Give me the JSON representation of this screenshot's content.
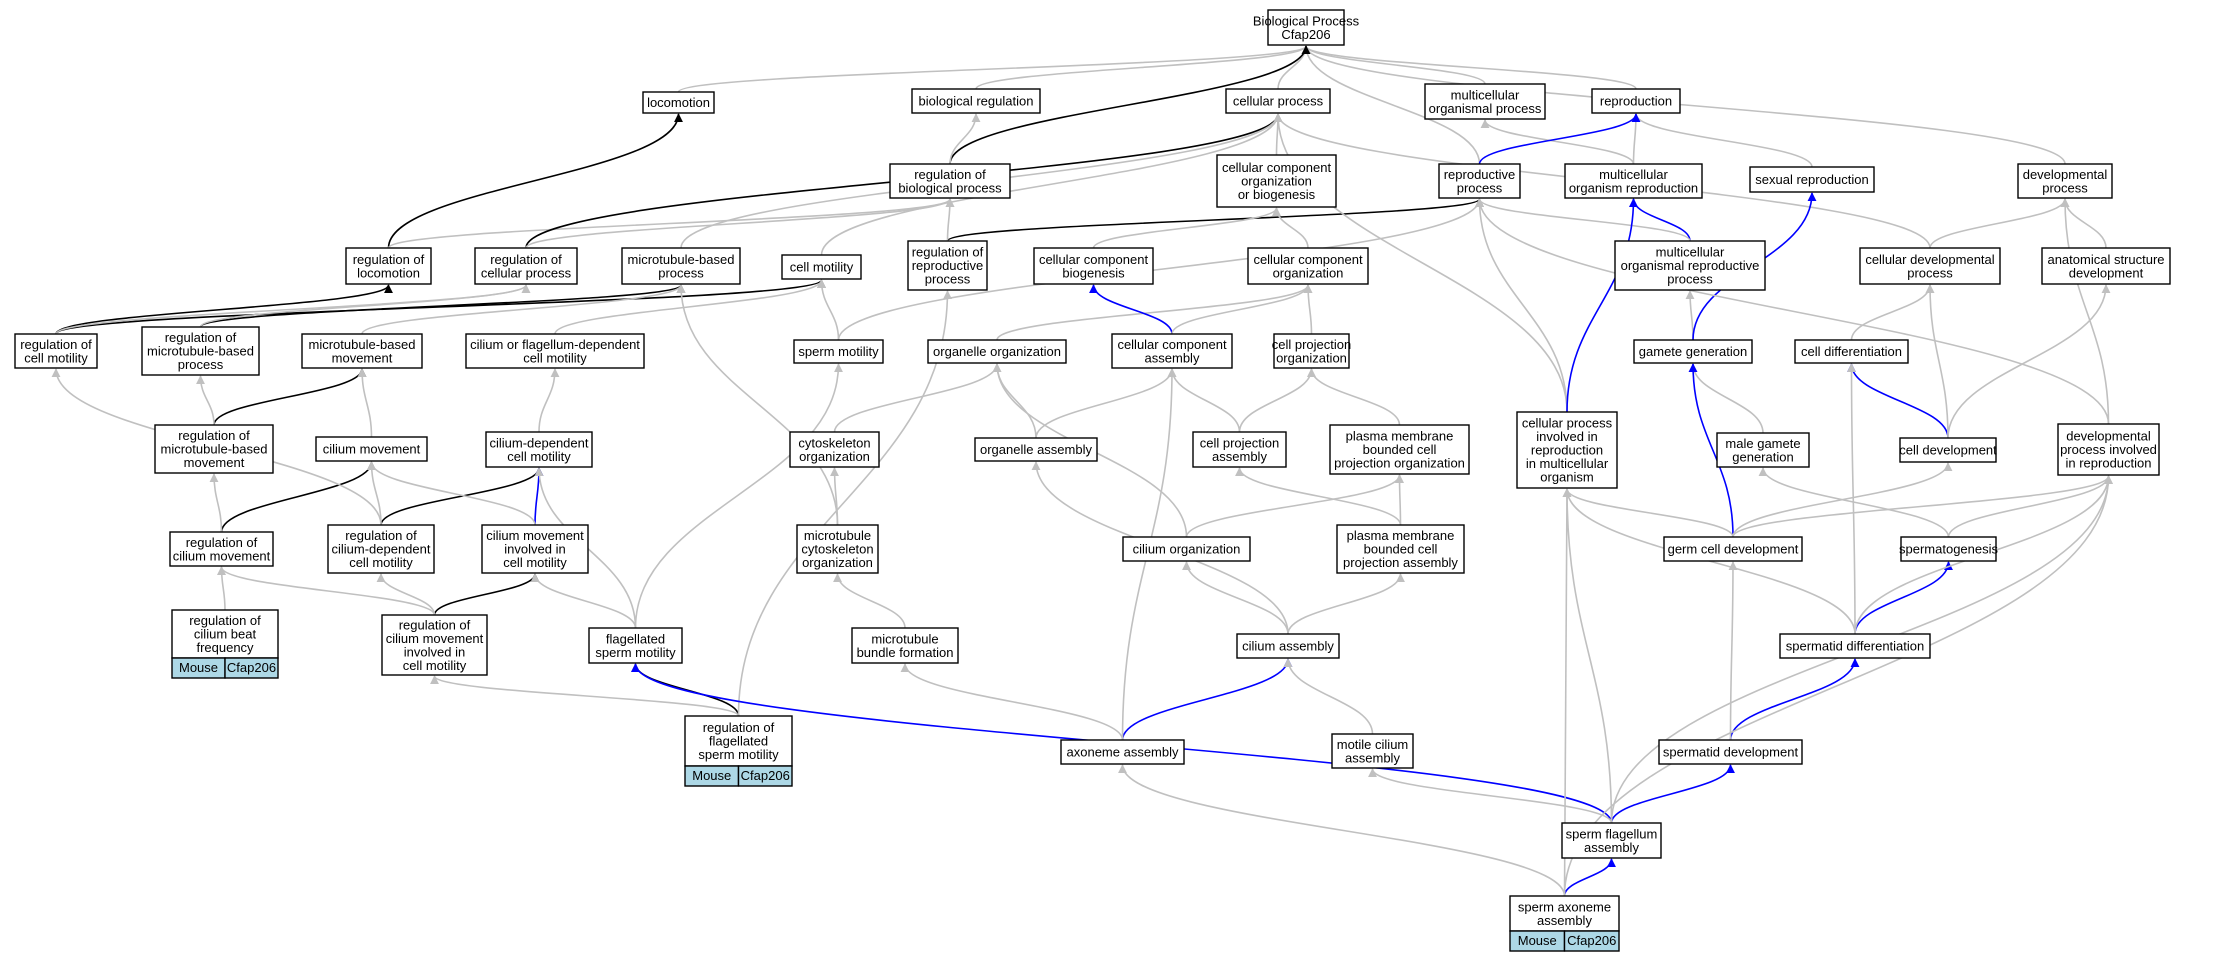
{
  "graph_title": "Biological Process Cfap206",
  "colors": {
    "is_a": "#c0c0c0",
    "part_of": "#000000",
    "regulates": "#0000ff",
    "badge": "#add8e6",
    "node_border": "#000000"
  },
  "nodes": [
    {
      "id": "bp",
      "lines": [
        "Biological Process",
        "Cfap206"
      ]
    },
    {
      "id": "locomotion",
      "lines": [
        "locomotion"
      ]
    },
    {
      "id": "bioreg",
      "lines": [
        "biological regulation"
      ]
    },
    {
      "id": "cellproc",
      "lines": [
        "cellular process"
      ]
    },
    {
      "id": "multiorg",
      "lines": [
        "multicellular",
        "organismal process"
      ]
    },
    {
      "id": "reproduction",
      "lines": [
        "reproduction"
      ]
    },
    {
      "id": "devproc",
      "lines": [
        "developmental",
        "process"
      ]
    },
    {
      "id": "regbio",
      "lines": [
        "regulation of",
        "biological process"
      ]
    },
    {
      "id": "ccob",
      "lines": [
        "cellular component",
        "organization",
        "or biogenesis"
      ]
    },
    {
      "id": "reprocess",
      "lines": [
        "reproductive",
        "process"
      ]
    },
    {
      "id": "multirepro",
      "lines": [
        "multicellular",
        "organism reproduction"
      ]
    },
    {
      "id": "sexrepro",
      "lines": [
        "sexual reproduction"
      ]
    },
    {
      "id": "regloco",
      "lines": [
        "regulation of",
        "locomotion"
      ]
    },
    {
      "id": "regcell",
      "lines": [
        "regulation of",
        "cellular process"
      ]
    },
    {
      "id": "mtproc",
      "lines": [
        "microtubule-based",
        "process"
      ]
    },
    {
      "id": "cellmot",
      "lines": [
        "cell motility"
      ]
    },
    {
      "id": "regrepro",
      "lines": [
        "regulation of",
        "reproductive",
        "process"
      ]
    },
    {
      "id": "ccbio",
      "lines": [
        "cellular component",
        "biogenesis"
      ]
    },
    {
      "id": "ccorg",
      "lines": [
        "cellular component",
        "organization"
      ]
    },
    {
      "id": "mororg",
      "lines": [
        "multicellular",
        "organismal reproductive",
        "process"
      ]
    },
    {
      "id": "celldevproc",
      "lines": [
        "cellular developmental",
        "process"
      ]
    },
    {
      "id": "anatdev",
      "lines": [
        "anatomical structure",
        "development"
      ]
    },
    {
      "id": "regcellmot",
      "lines": [
        "regulation of",
        "cell motility"
      ]
    },
    {
      "id": "regmtproc",
      "lines": [
        "regulation of",
        "microtubule-based",
        "process"
      ]
    },
    {
      "id": "mtmove",
      "lines": [
        "microtubule-based",
        "movement"
      ]
    },
    {
      "id": "ciliumflag",
      "lines": [
        "cilium or flagellum-dependent",
        "cell motility"
      ]
    },
    {
      "id": "spermmot",
      "lines": [
        "sperm motility"
      ]
    },
    {
      "id": "organorg",
      "lines": [
        "organelle organization"
      ]
    },
    {
      "id": "ccassembly",
      "lines": [
        "cellular component",
        "assembly"
      ]
    },
    {
      "id": "cellprojorg",
      "lines": [
        "cell projection",
        "organization"
      ]
    },
    {
      "id": "gametegen",
      "lines": [
        "gamete generation"
      ]
    },
    {
      "id": "celldiff",
      "lines": [
        "cell differentiation"
      ]
    },
    {
      "id": "regmtmove",
      "lines": [
        "regulation of",
        "microtubule-based",
        "movement"
      ]
    },
    {
      "id": "ciliummove",
      "lines": [
        "cilium movement"
      ]
    },
    {
      "id": "ciliumdep",
      "lines": [
        "cilium-dependent",
        "cell motility"
      ]
    },
    {
      "id": "cytoorg",
      "lines": [
        "cytoskeleton",
        "organization"
      ]
    },
    {
      "id": "organassembly",
      "lines": [
        "organelle assembly"
      ]
    },
    {
      "id": "cellprojassembly",
      "lines": [
        "cell projection",
        "assembly"
      ]
    },
    {
      "id": "pmbcpo",
      "lines": [
        "plasma membrane",
        "bounded cell",
        "projection organization"
      ]
    },
    {
      "id": "cpimo",
      "lines": [
        "cellular process",
        "involved in",
        "reproduction",
        "in multicellular",
        "organism"
      ]
    },
    {
      "id": "malegamete",
      "lines": [
        "male gamete",
        "generation"
      ]
    },
    {
      "id": "celldev",
      "lines": [
        "cell development"
      ]
    },
    {
      "id": "dpir",
      "lines": [
        "developmental",
        "process involved",
        "in reproduction"
      ]
    },
    {
      "id": "regciliummove",
      "lines": [
        "regulation of",
        "cilium movement"
      ]
    },
    {
      "id": "regciliumdep",
      "lines": [
        "regulation of",
        "cilium-dependent",
        "cell motility"
      ]
    },
    {
      "id": "cmicm",
      "lines": [
        "cilium movement",
        "involved in",
        "cell motility"
      ]
    },
    {
      "id": "mtcyto",
      "lines": [
        "microtubule",
        "cytoskeleton",
        "organization"
      ]
    },
    {
      "id": "ciliumorg",
      "lines": [
        "cilium organization"
      ]
    },
    {
      "id": "pmbcpa",
      "lines": [
        "plasma membrane",
        "bounded cell",
        "projection assembly"
      ]
    },
    {
      "id": "germcelldev",
      "lines": [
        "germ cell development"
      ]
    },
    {
      "id": "spermatogenesis",
      "lines": [
        "spermatogenesis"
      ]
    },
    {
      "id": "regcbf",
      "lines": [
        "regulation of",
        "cilium beat",
        "frequency"
      ],
      "badge": [
        "Mouse",
        "Cfap206"
      ]
    },
    {
      "id": "regcmicm",
      "lines": [
        "regulation of",
        "cilium movement",
        "involved in",
        "cell motility"
      ]
    },
    {
      "id": "flagsperm",
      "lines": [
        "flagellated",
        "sperm motility"
      ]
    },
    {
      "id": "mtbundle",
      "lines": [
        "microtubule",
        "bundle formation"
      ]
    },
    {
      "id": "ciliumassembly",
      "lines": [
        "cilium assembly"
      ]
    },
    {
      "id": "spermatiddiff",
      "lines": [
        "spermatid differentiation"
      ]
    },
    {
      "id": "regflag",
      "lines": [
        "regulation of",
        "flagellated",
        "sperm motility"
      ],
      "badge": [
        "Mouse",
        "Cfap206"
      ]
    },
    {
      "id": "axoneme",
      "lines": [
        "axoneme assembly"
      ]
    },
    {
      "id": "motilecilium",
      "lines": [
        "motile cilium",
        "assembly"
      ]
    },
    {
      "id": "spermatiddev",
      "lines": [
        "spermatid development"
      ]
    },
    {
      "id": "spermflag",
      "lines": [
        "sperm flagellum",
        "assembly"
      ]
    },
    {
      "id": "spermaxoneme",
      "lines": [
        "sperm axoneme",
        "assembly"
      ],
      "badge": [
        "Mouse",
        "Cfap206"
      ]
    }
  ],
  "edges": [
    {
      "from": "locomotion",
      "to": "bp",
      "type": "is_a"
    },
    {
      "from": "bioreg",
      "to": "bp",
      "type": "is_a"
    },
    {
      "from": "cellproc",
      "to": "bp",
      "type": "is_a"
    },
    {
      "from": "multiorg",
      "to": "bp",
      "type": "is_a"
    },
    {
      "from": "reproduction",
      "to": "bp",
      "type": "is_a"
    },
    {
      "from": "devproc",
      "to": "bp",
      "type": "is_a"
    },
    {
      "from": "reprocess",
      "to": "bp",
      "type": "is_a"
    },
    {
      "from": "regbio",
      "to": "bp",
      "type": "part_of"
    },
    {
      "from": "regbio",
      "to": "bioreg",
      "type": "is_a"
    },
    {
      "from": "ccob",
      "to": "cellproc",
      "type": "is_a"
    },
    {
      "from": "multirepro",
      "to": "multiorg",
      "type": "is_a"
    },
    {
      "from": "multirepro",
      "to": "reproduction",
      "type": "is_a"
    },
    {
      "from": "sexrepro",
      "to": "reproduction",
      "type": "is_a"
    },
    {
      "from": "reprocess",
      "to": "reproduction",
      "type": "regulates"
    },
    {
      "from": "regloco",
      "to": "locomotion",
      "type": "part_of"
    },
    {
      "from": "regloco",
      "to": "regbio",
      "type": "is_a"
    },
    {
      "from": "regcell",
      "to": "cellproc",
      "type": "part_of"
    },
    {
      "from": "regcell",
      "to": "regbio",
      "type": "is_a"
    },
    {
      "from": "mtproc",
      "to": "cellproc",
      "type": "is_a"
    },
    {
      "from": "cellmot",
      "to": "cellproc",
      "type": "is_a"
    },
    {
      "from": "regrepro",
      "to": "reprocess",
      "type": "part_of"
    },
    {
      "from": "regrepro",
      "to": "regbio",
      "type": "is_a"
    },
    {
      "from": "ccbio",
      "to": "ccob",
      "type": "is_a"
    },
    {
      "from": "ccorg",
      "to": "ccob",
      "type": "is_a"
    },
    {
      "from": "mororg",
      "to": "multirepro",
      "type": "regulates"
    },
    {
      "from": "mororg",
      "to": "reprocess",
      "type": "is_a"
    },
    {
      "from": "celldevproc",
      "to": "cellproc",
      "type": "is_a"
    },
    {
      "from": "celldevproc",
      "to": "devproc",
      "type": "is_a"
    },
    {
      "from": "anatdev",
      "to": "devproc",
      "type": "is_a"
    },
    {
      "from": "regcellmot",
      "to": "cellmot",
      "type": "part_of"
    },
    {
      "from": "regcellmot",
      "to": "regloco",
      "type": "part_of"
    },
    {
      "from": "regcellmot",
      "to": "regcell",
      "type": "is_a"
    },
    {
      "from": "regmtproc",
      "to": "mtproc",
      "type": "part_of"
    },
    {
      "from": "regmtproc",
      "to": "regcell",
      "type": "is_a"
    },
    {
      "from": "mtmove",
      "to": "mtproc",
      "type": "is_a"
    },
    {
      "from": "ciliumflag",
      "to": "cellmot",
      "type": "is_a"
    },
    {
      "from": "spermmot",
      "to": "cellmot",
      "type": "is_a"
    },
    {
      "from": "spermmot",
      "to": "reprocess",
      "type": "is_a"
    },
    {
      "from": "organorg",
      "to": "ccorg",
      "type": "is_a"
    },
    {
      "from": "ccassembly",
      "to": "ccbio",
      "type": "regulates"
    },
    {
      "from": "ccassembly",
      "to": "ccorg",
      "type": "is_a"
    },
    {
      "from": "cellprojorg",
      "to": "ccorg",
      "type": "is_a"
    },
    {
      "from": "gametegen",
      "to": "mororg",
      "type": "is_a"
    },
    {
      "from": "gametegen",
      "to": "sexrepro",
      "type": "regulates"
    },
    {
      "from": "celldiff",
      "to": "celldevproc",
      "type": "is_a"
    },
    {
      "from": "regmtmove",
      "to": "mtmove",
      "type": "part_of"
    },
    {
      "from": "regmtmove",
      "to": "regmtproc",
      "type": "is_a"
    },
    {
      "from": "ciliummove",
      "to": "mtmove",
      "type": "is_a"
    },
    {
      "from": "ciliumdep",
      "to": "ciliumflag",
      "type": "is_a"
    },
    {
      "from": "cytoorg",
      "to": "organorg",
      "type": "is_a"
    },
    {
      "from": "organassembly",
      "to": "organorg",
      "type": "is_a"
    },
    {
      "from": "organassembly",
      "to": "ccassembly",
      "type": "is_a"
    },
    {
      "from": "cellprojassembly",
      "to": "ccassembly",
      "type": "is_a"
    },
    {
      "from": "cellprojassembly",
      "to": "cellprojorg",
      "type": "is_a"
    },
    {
      "from": "pmbcpo",
      "to": "cellprojorg",
      "type": "is_a"
    },
    {
      "from": "cpimo",
      "to": "cellproc",
      "type": "is_a"
    },
    {
      "from": "cpimo",
      "to": "reprocess",
      "type": "is_a"
    },
    {
      "from": "cpimo",
      "to": "multirepro",
      "type": "regulates"
    },
    {
      "from": "malegamete",
      "to": "gametegen",
      "type": "is_a"
    },
    {
      "from": "celldev",
      "to": "celldiff",
      "type": "regulates"
    },
    {
      "from": "celldev",
      "to": "celldevproc",
      "type": "is_a"
    },
    {
      "from": "celldev",
      "to": "anatdev",
      "type": "is_a"
    },
    {
      "from": "dpir",
      "to": "devproc",
      "type": "is_a"
    },
    {
      "from": "dpir",
      "to": "reprocess",
      "type": "is_a"
    },
    {
      "from": "regciliummove",
      "to": "ciliummove",
      "type": "part_of"
    },
    {
      "from": "regciliummove",
      "to": "regmtmove",
      "type": "is_a"
    },
    {
      "from": "regciliumdep",
      "to": "ciliumdep",
      "type": "part_of"
    },
    {
      "from": "regciliumdep",
      "to": "regcellmot",
      "type": "is_a"
    },
    {
      "from": "regciliumdep",
      "to": "ciliummove",
      "type": "is_a"
    },
    {
      "from": "cmicm",
      "to": "ciliumdep",
      "type": "regulates"
    },
    {
      "from": "cmicm",
      "to": "ciliummove",
      "type": "is_a"
    },
    {
      "from": "mtcyto",
      "to": "cytoorg",
      "type": "is_a"
    },
    {
      "from": "mtcyto",
      "to": "mtproc",
      "type": "is_a"
    },
    {
      "from": "ciliumorg",
      "to": "organorg",
      "type": "is_a"
    },
    {
      "from": "ciliumorg",
      "to": "pmbcpo",
      "type": "is_a"
    },
    {
      "from": "pmbcpa",
      "to": "pmbcpo",
      "type": "is_a"
    },
    {
      "from": "pmbcpa",
      "to": "cellprojassembly",
      "type": "is_a"
    },
    {
      "from": "germcelldev",
      "to": "gametegen",
      "type": "regulates"
    },
    {
      "from": "germcelldev",
      "to": "celldev",
      "type": "is_a"
    },
    {
      "from": "germcelldev",
      "to": "cpimo",
      "type": "is_a"
    },
    {
      "from": "germcelldev",
      "to": "dpir",
      "type": "is_a"
    },
    {
      "from": "spermatogenesis",
      "to": "malegamete",
      "type": "is_a"
    },
    {
      "from": "spermatogenesis",
      "to": "dpir",
      "type": "is_a"
    },
    {
      "from": "regcbf",
      "to": "regciliummove",
      "type": "is_a"
    },
    {
      "from": "regcmicm",
      "to": "cmicm",
      "type": "part_of"
    },
    {
      "from": "regcmicm",
      "to": "regciliumdep",
      "type": "is_a"
    },
    {
      "from": "regcmicm",
      "to": "regciliummove",
      "type": "is_a"
    },
    {
      "from": "flagsperm",
      "to": "spermmot",
      "type": "is_a"
    },
    {
      "from": "flagsperm",
      "to": "ciliumdep",
      "type": "is_a"
    },
    {
      "from": "flagsperm",
      "to": "cmicm",
      "type": "is_a"
    },
    {
      "from": "mtbundle",
      "to": "mtcyto",
      "type": "is_a"
    },
    {
      "from": "ciliumassembly",
      "to": "ciliumorg",
      "type": "is_a"
    },
    {
      "from": "ciliumassembly",
      "to": "pmbcpa",
      "type": "is_a"
    },
    {
      "from": "ciliumassembly",
      "to": "organassembly",
      "type": "is_a"
    },
    {
      "from": "spermatiddiff",
      "to": "spermatogenesis",
      "type": "regulates"
    },
    {
      "from": "spermatiddiff",
      "to": "cpimo",
      "type": "is_a"
    },
    {
      "from": "spermatiddiff",
      "to": "celldiff",
      "type": "is_a"
    },
    {
      "from": "spermatiddiff",
      "to": "dpir",
      "type": "is_a"
    },
    {
      "from": "regflag",
      "to": "flagsperm",
      "type": "part_of"
    },
    {
      "from": "regflag",
      "to": "regcmicm",
      "type": "is_a"
    },
    {
      "from": "regflag",
      "to": "regrepro",
      "type": "is_a"
    },
    {
      "from": "axoneme",
      "to": "ciliumassembly",
      "type": "regulates"
    },
    {
      "from": "axoneme",
      "to": "mtbundle",
      "type": "is_a"
    },
    {
      "from": "axoneme",
      "to": "ccassembly",
      "type": "is_a"
    },
    {
      "from": "motilecilium",
      "to": "ciliumassembly",
      "type": "is_a"
    },
    {
      "from": "spermatiddev",
      "to": "spermatiddiff",
      "type": "regulates"
    },
    {
      "from": "spermatiddev",
      "to": "germcelldev",
      "type": "is_a"
    },
    {
      "from": "spermflag",
      "to": "spermatiddev",
      "type": "regulates"
    },
    {
      "from": "spermflag",
      "to": "flagsperm",
      "type": "regulates"
    },
    {
      "from": "spermflag",
      "to": "motilecilium",
      "type": "is_a"
    },
    {
      "from": "spermflag",
      "to": "cpimo",
      "type": "is_a"
    },
    {
      "from": "spermflag",
      "to": "dpir",
      "type": "is_a"
    },
    {
      "from": "spermaxoneme",
      "to": "spermflag",
      "type": "regulates"
    },
    {
      "from": "spermaxoneme",
      "to": "axoneme",
      "type": "is_a"
    },
    {
      "from": "spermaxoneme",
      "to": "cpimo",
      "type": "is_a"
    },
    {
      "from": "spermaxoneme",
      "to": "dpir",
      "type": "is_a"
    }
  ]
}
